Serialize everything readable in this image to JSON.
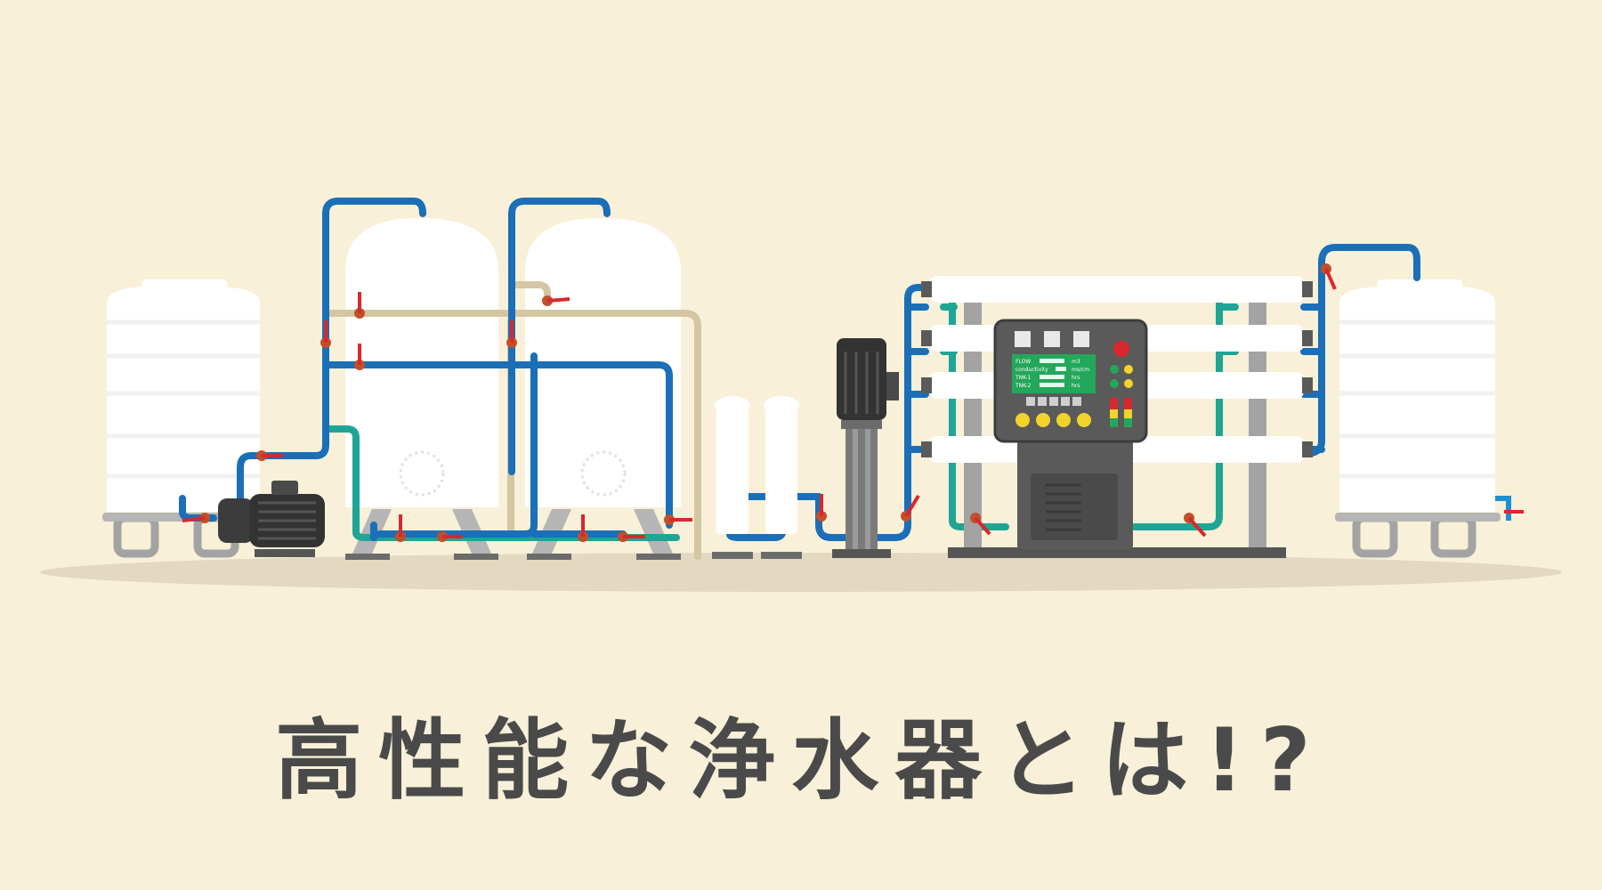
{
  "headline": "高性能な浄水器とは!?",
  "control_panel": {
    "rows": [
      {
        "label": "FLOW",
        "unit": "m3"
      },
      {
        "label": "conductivity",
        "unit": "ms/cm"
      },
      {
        "label": "TNK-1",
        "unit": "hrs"
      },
      {
        "label": "TNK-2",
        "unit": "hrs"
      }
    ]
  },
  "colors": {
    "background": "#f8f0d8",
    "ground": "#e2d9c0",
    "pipe_blue": "#1a6fb8",
    "pipe_teal": "#1ea595",
    "pipe_beige": "#d4c6a2",
    "valve_red": "#d9272e",
    "tank_white": "#ffffff",
    "machine_gray": "#5a5a5a",
    "screen_green": "#23a75a",
    "text": "#4a4a4a"
  },
  "icons": [
    "water-tank-icon",
    "pump-motor-icon",
    "filter-vessel-icon",
    "cartridge-filter-icon",
    "vertical-pump-icon",
    "control-panel-icon",
    "membrane-rack-icon",
    "valve-icon"
  ]
}
